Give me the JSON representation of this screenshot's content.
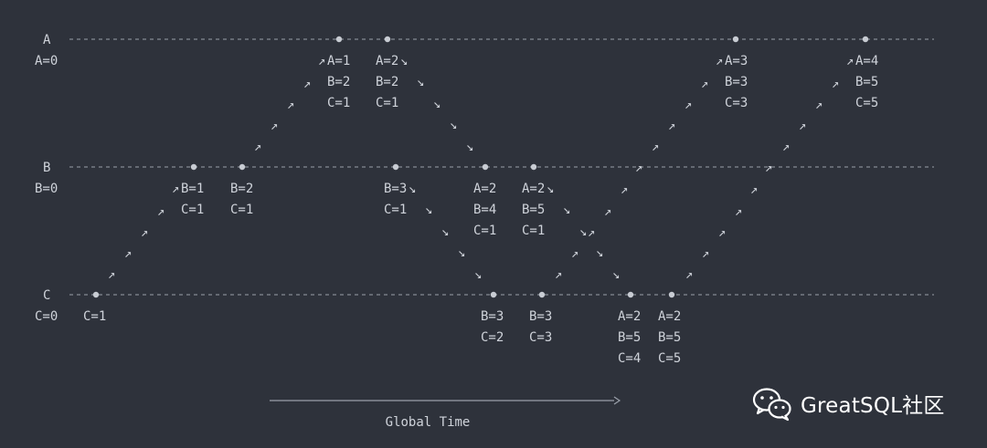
{
  "timelines": [
    {
      "id": "A",
      "label": "A",
      "initial": "A=0"
    },
    {
      "id": "B",
      "label": "B",
      "initial": "B=0"
    },
    {
      "id": "C",
      "label": "C",
      "initial": "C=0"
    }
  ],
  "events": [
    {
      "line": "C",
      "lines": [
        "C=1"
      ]
    },
    {
      "line": "B",
      "lines": [
        "B=1",
        "C=1"
      ],
      "arrow": "in"
    },
    {
      "line": "B",
      "lines": [
        "B=2",
        "C=1"
      ]
    },
    {
      "line": "A",
      "lines": [
        "A=1",
        "B=2",
        "C=1"
      ],
      "arrow": "in"
    },
    {
      "line": "A",
      "lines": [
        "A=2",
        "B=2",
        "C=1"
      ],
      "arrow": "out"
    },
    {
      "line": "B",
      "lines": [
        "B=3",
        "C=1"
      ],
      "arrow": "out"
    },
    {
      "line": "B",
      "lines": [
        "A=2",
        "B=4",
        "C=1"
      ]
    },
    {
      "line": "B",
      "lines": [
        "A=2",
        "B=5",
        "C=1"
      ],
      "arrow": "out"
    },
    {
      "line": "C",
      "lines": [
        "B=3",
        "C=2"
      ]
    },
    {
      "line": "C",
      "lines": [
        "B=3",
        "C=3"
      ]
    },
    {
      "line": "C",
      "lines": [
        "A=2",
        "B=5",
        "C=4"
      ]
    },
    {
      "line": "C",
      "lines": [
        "A=2",
        "B=5",
        "C=5"
      ]
    },
    {
      "line": "A",
      "lines": [
        "A=3",
        "B=3",
        "C=3"
      ],
      "arrow": "in"
    },
    {
      "line": "A",
      "lines": [
        "A=4",
        "B=5",
        "C=5"
      ],
      "arrow": "in"
    }
  ],
  "arrow_glyphs": {
    "up": "↗",
    "down": "↘"
  },
  "global_time_label": "Global Time",
  "watermark": {
    "text": "GreatSQL社区",
    "icon": "wechat-icon"
  }
}
